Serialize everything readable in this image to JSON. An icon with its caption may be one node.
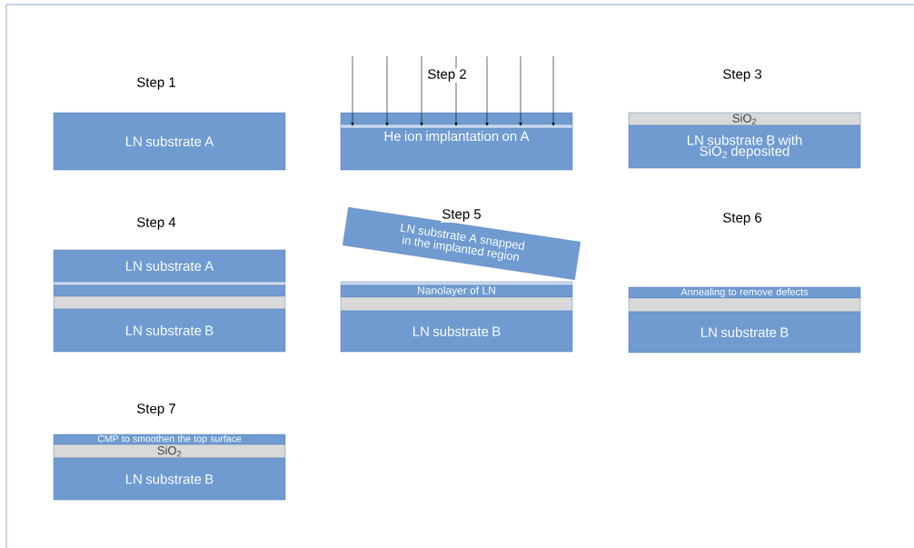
{
  "diagram": {
    "nodes": [
      {
        "text": [
          "LN substrate A"
        ]
      },
      {
        "text": [
          "He ion implantation on A"
        ]
      },
      {
        "text": [],
        "shape": "bar",
        "in": 1
      },
      {
        "text": [
          "SiO$_{2}$"
        ]
      },
      {
        "text": [
          "LN substrate B with SiO$_{2}$ deposited"
        ]
      },
      {
        "text": [
          "LN substrate A"
        ]
      },
      {
        "text": [],
        "shape": "bar"
      },
      {
        "text": [],
        "shape": "bar"
      },
      {
        "text": [],
        "shape": "bar"
      },
      {
        "text": [
          "LN substrate B"
        ]
      },
      {
        "text": [
          "LN substrate A snapped in the implanted region"
        ]
      },
      {
        "text": [],
        "shape": "bar"
      },
      {
        "text": [
          "Nanolayer of LN"
        ]
      },
      {
        "text": [],
        "shape": "bar"
      },
      {
        "text": [
          "LN substrate B"
        ]
      },
      {
        "text": [
          "Annealing to remove defects"
        ]
      },
      {
        "text": [],
        "shape": "bar"
      },
      {
        "text": [
          "LN substrate B"
        ]
      },
      {
        "text": [
          "CMP to smoothen the top surface"
        ]
      },
      {
        "text": [
          "SiO$_{2}$"
        ]
      },
      {
        "text": [
          "LN substrate B"
        ]
      }
    ],
    "labels": [
      "Step 1",
      "Step 2",
      "Step 3",
      "Step 4",
      "Step 5",
      "Step 6",
      "Step 7"
    ]
  }
}
